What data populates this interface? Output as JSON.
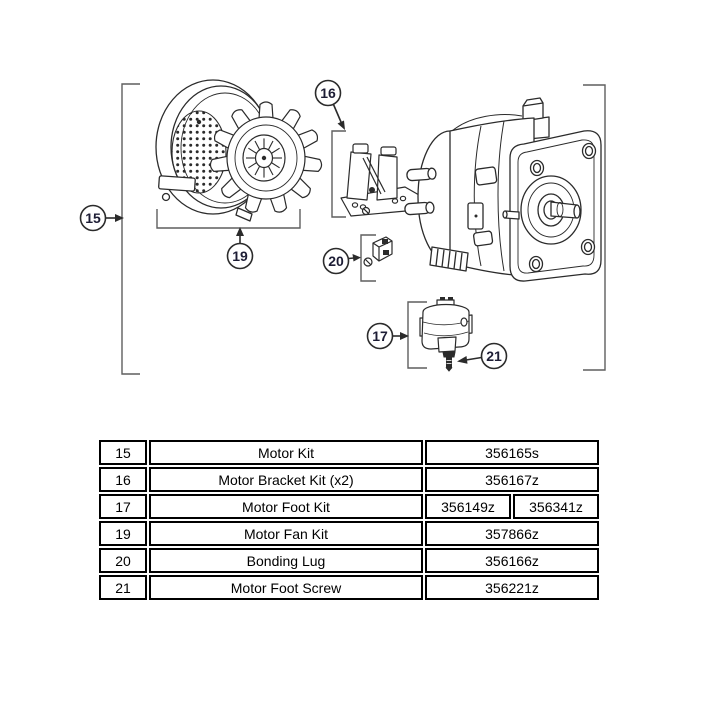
{
  "page": {
    "background": "#ffffff"
  },
  "diagram": {
    "callouts": {
      "c15": {
        "label": "15"
      },
      "c16": {
        "label": "16"
      },
      "c17": {
        "label": "17"
      },
      "c19": {
        "label": "19"
      },
      "c20": {
        "label": "20"
      },
      "c21": {
        "label": "21"
      }
    },
    "colors": {
      "line": "#2b2b2b",
      "bracket": "#5f5f5f",
      "callout_text": "#1d1d35"
    }
  },
  "parts_table": {
    "rows": [
      {
        "ref": "15",
        "description": "Motor Kit",
        "parts": [
          "356165s"
        ]
      },
      {
        "ref": "16",
        "description": "Motor Bracket Kit (x2)",
        "parts": [
          "356167z"
        ]
      },
      {
        "ref": "17",
        "description": "Motor Foot Kit",
        "parts": [
          "356149z",
          "356341z"
        ]
      },
      {
        "ref": "19",
        "description": "Motor Fan Kit",
        "parts": [
          "357866z"
        ]
      },
      {
        "ref": "20",
        "description": "Bonding Lug",
        "parts": [
          "356166z"
        ]
      },
      {
        "ref": "21",
        "description": "Motor Foot Screw",
        "parts": [
          "356221z"
        ]
      }
    ]
  }
}
